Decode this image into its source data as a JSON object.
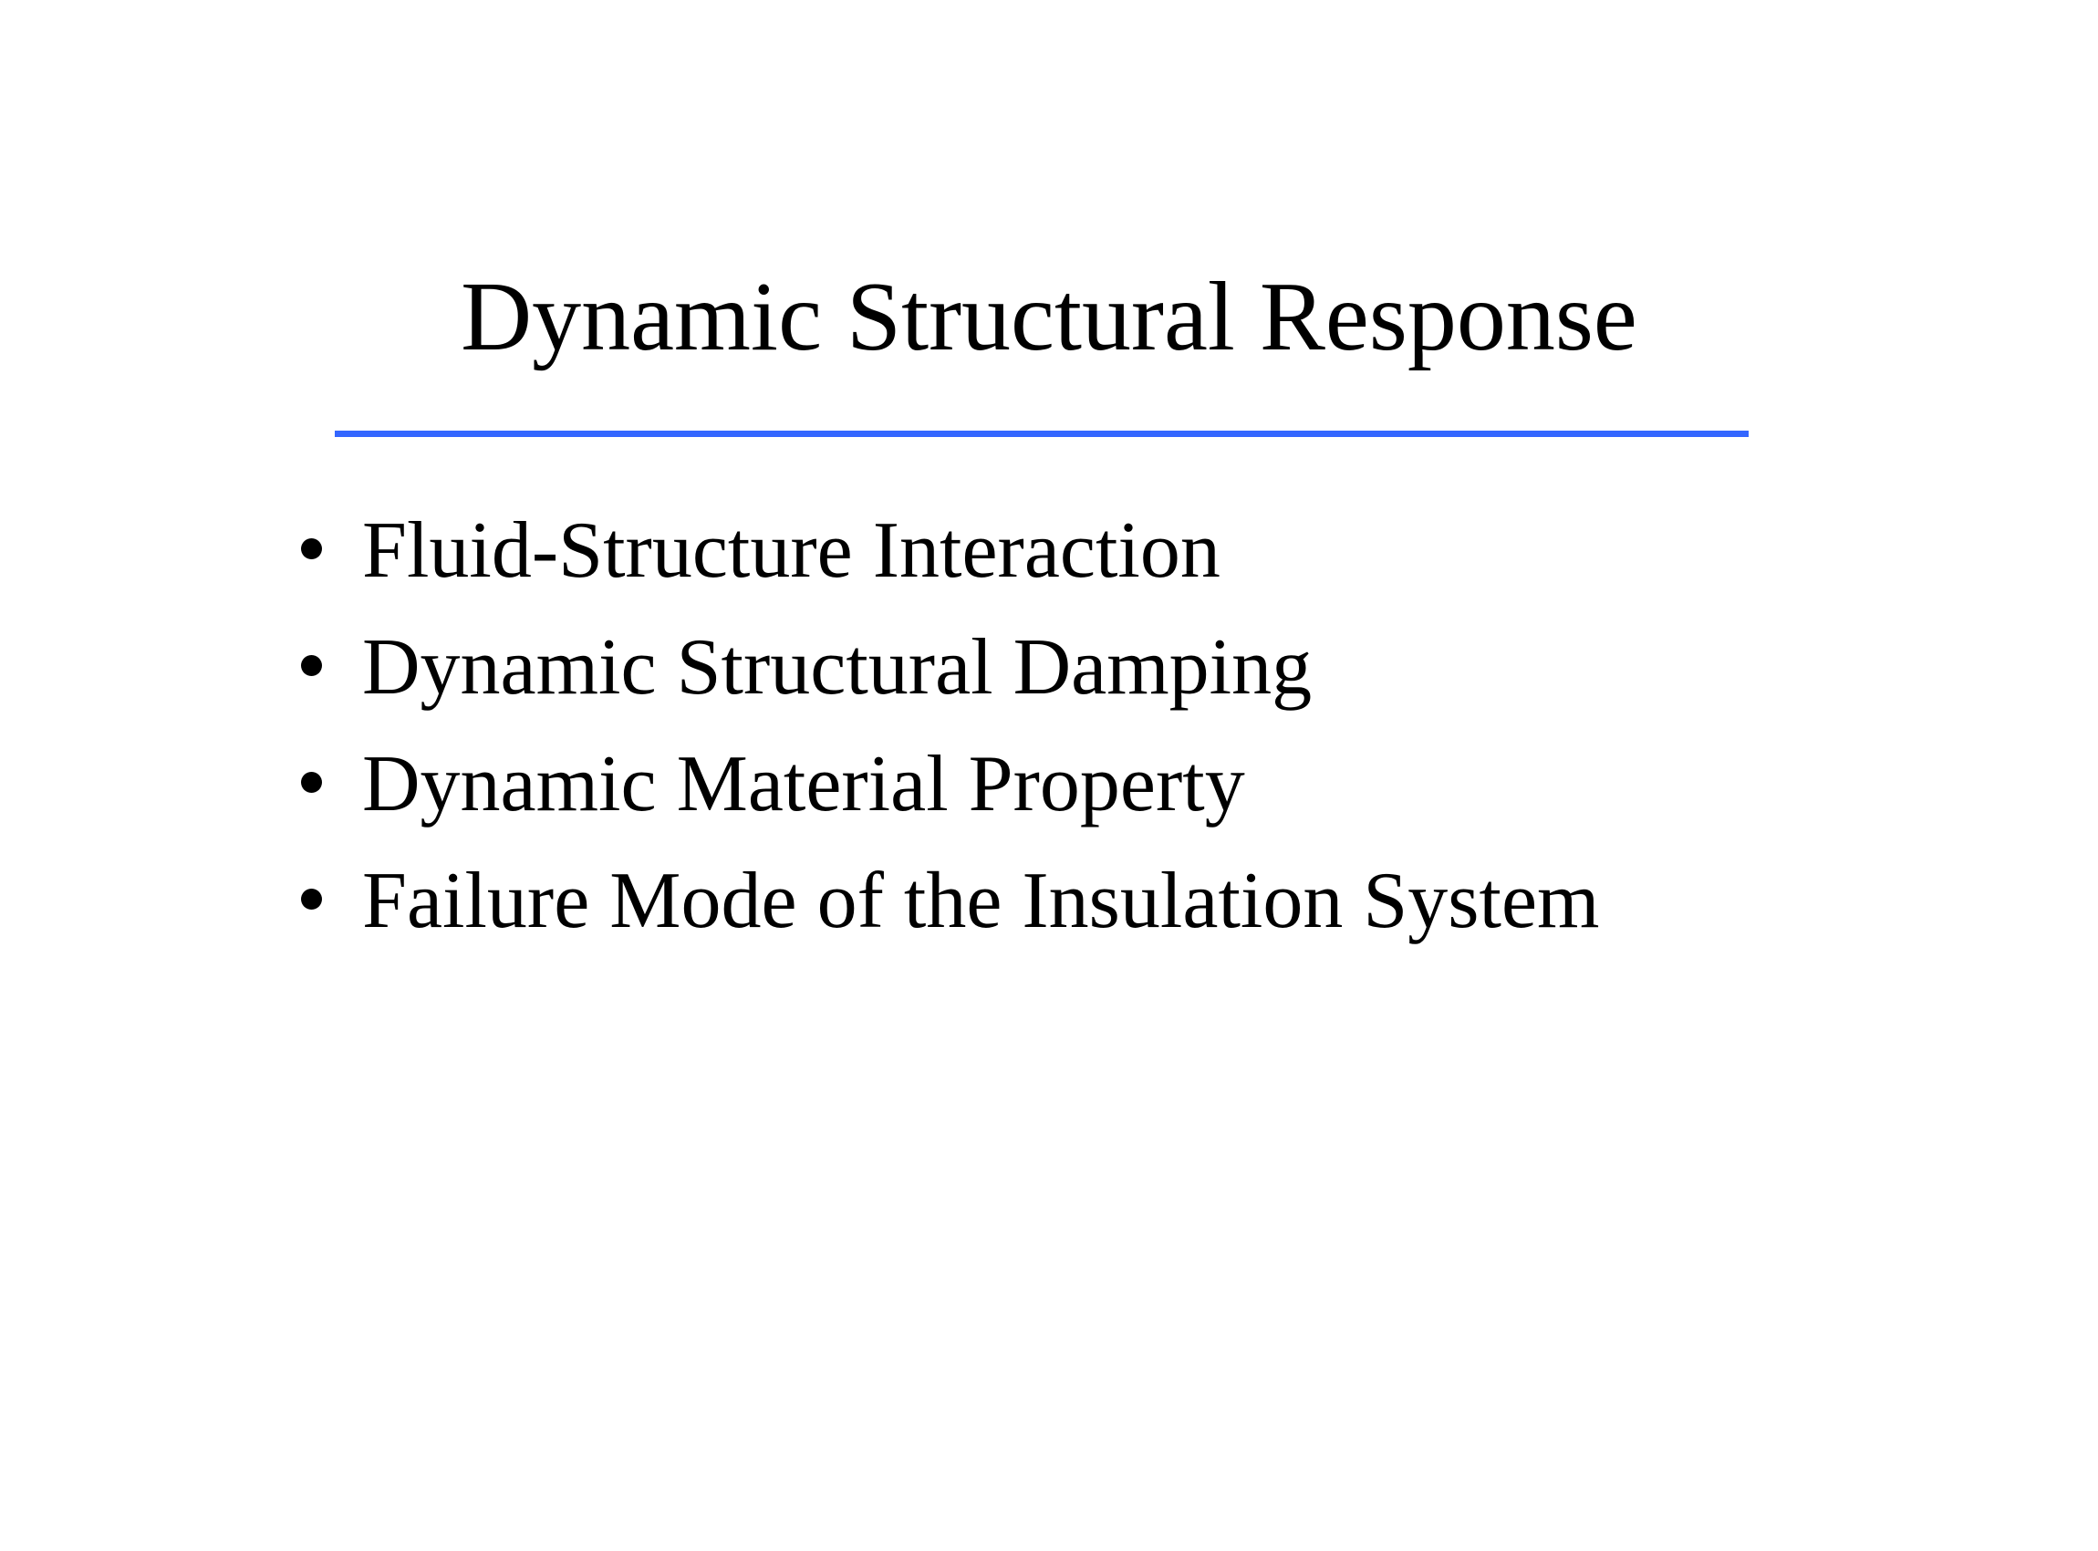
{
  "slide": {
    "background_color": "#ffffff",
    "text_color": "#000000",
    "title": "Dynamic Structural Response",
    "divider": {
      "color": "#3366ff",
      "name": "title-underline-rule"
    },
    "bullets": [
      {
        "marker": "bullet-dot",
        "text": "Fluid-Structure Interaction"
      },
      {
        "marker": "bullet-dot",
        "text": "Dynamic Structural Damping"
      },
      {
        "marker": "bullet-dot",
        "text": "Dynamic Material Property"
      },
      {
        "marker": "bullet-dot",
        "text": "Failure Mode of the Insulation System"
      }
    ]
  }
}
